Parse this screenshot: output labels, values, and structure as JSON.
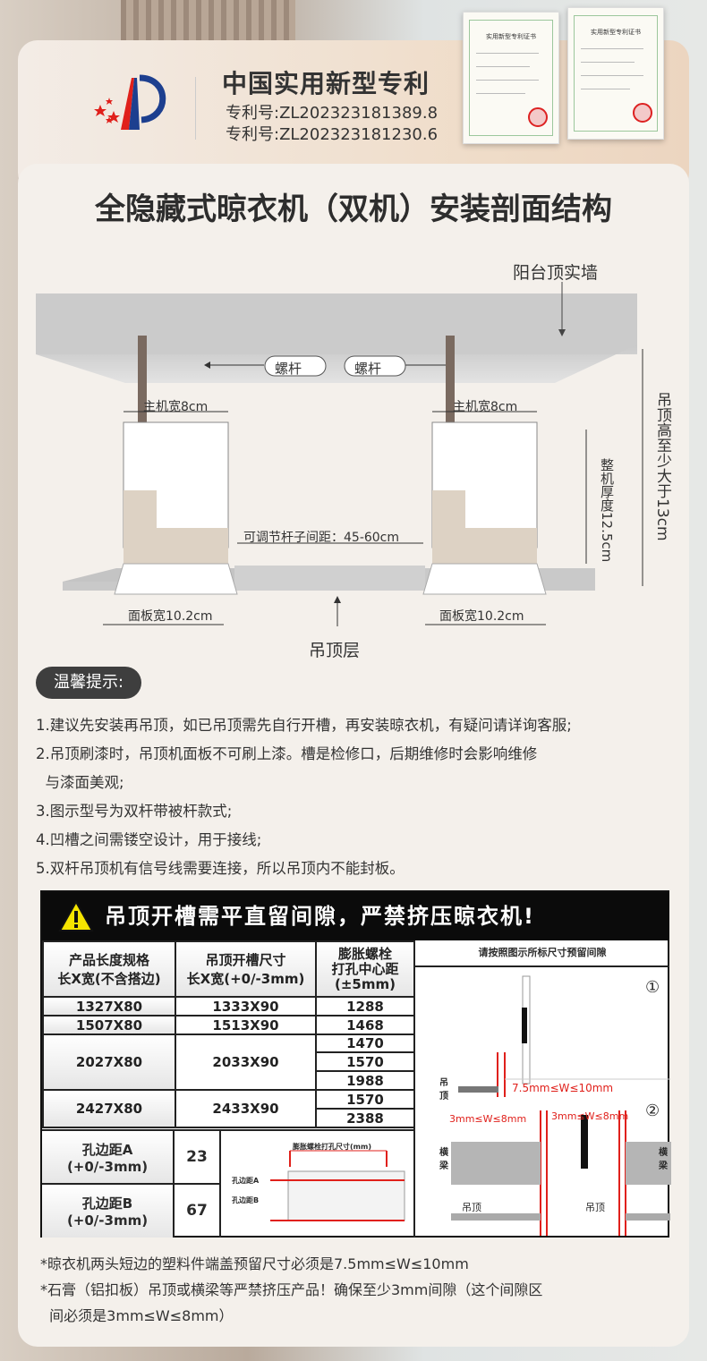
{
  "patent": {
    "title": "中国实用新型专利",
    "numbers": [
      "专利号:ZL202323181389.8",
      "专利号:ZL202323181230.6"
    ],
    "certificate_title": "实用新型专利证书"
  },
  "title": "全隐藏式晾衣机（双机）安装剖面结构",
  "diagram": {
    "wall": "阳台顶实墙",
    "rod_left": "螺杆",
    "rod_right": "螺杆",
    "host_width_left": "主机宽8cm",
    "host_width_right": "主机宽8cm",
    "thickness": "整机厚度12.5cm",
    "ceiling_height": "吊顶高至少大于13cm",
    "spacing": "可调节杆子间距：45-60cm",
    "panel_left": "面板宽10.2cm",
    "panel_right": "面板宽10.2cm",
    "ceiling_layer": "吊顶层"
  },
  "tips": {
    "label": "温馨提示:",
    "items": [
      "1.建议先安装再吊顶，如已吊顶需先自行开槽，再安装晾衣机，有疑问请详询客服;",
      "2.吊顶刷漆时，吊顶机面板不可刷上漆。槽是检修口，后期维修时会影响维修",
      "  与漆面美观;",
      "3.图示型号为双杆带被杆款式;",
      "4.凹槽之间需镂空设计，用于接线;",
      "5.双杆吊顶机有信号线需要连接，所以吊顶内不能封板。"
    ]
  },
  "table": {
    "banner": "吊顶开槽需平直留间隙，严禁挤压晾衣机!",
    "headers": [
      "产品长度规格\n长X宽(不含搭边)",
      "吊顶开槽尺寸\n长X宽(+0/-3mm)",
      "膨胀螺栓\n打孔中心距\n(±5mm)"
    ],
    "rows": [
      {
        "spec": "1327X80",
        "slot": "1333X90",
        "holes": [
          "1288"
        ]
      },
      {
        "spec": "1507X80",
        "slot": "1513X90",
        "holes": [
          "1468"
        ]
      },
      {
        "spec": "2027X80",
        "slot": "2033X90",
        "holes": [
          "1470",
          "1570",
          "1988"
        ]
      },
      {
        "spec": "2427X80",
        "slot": "2433X90",
        "holes": [
          "1570",
          "2388"
        ]
      }
    ],
    "edge_a": {
      "label": "孔边距A\n(+0/-3mm)",
      "value": "23"
    },
    "edge_b": {
      "label": "孔边距B\n(+0/-3mm)",
      "value": "67"
    },
    "mini": {
      "title": "膨胀螺栓打孔尺寸(mm)",
      "a": "孔边距A",
      "b": "孔边距B"
    },
    "right": {
      "header": "请按照图示所标尺寸预留间隙",
      "n1": "①",
      "n2": "②",
      "gap1": "7.5mm≤W≤10mm",
      "gap2a": "3mm≤W≤8mm",
      "gap2b": "3mm≤W≤8mm",
      "ceiling": "吊顶",
      "beam": "横梁"
    }
  },
  "footnotes": [
    "*晾衣机两头短边的塑料件端盖预留尺寸必须是7.5mm≤W≤10mm",
    "*石膏（铝扣板）吊顶或横梁等严禁挤压产品！确保至少3mm间隙（这个间隙区",
    "  间必须是3mm≤W≤8mm）"
  ],
  "colors": {
    "accent_red": "#e0201b",
    "dark": "#0b0b0b"
  }
}
